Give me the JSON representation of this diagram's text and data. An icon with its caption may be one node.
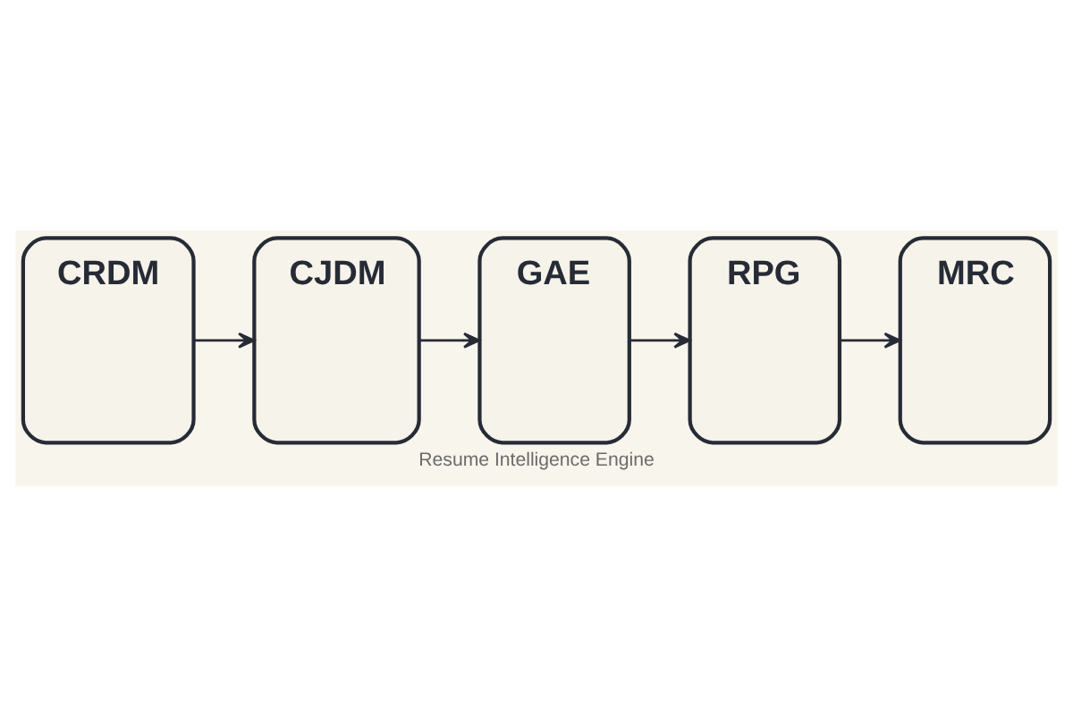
{
  "diagram": {
    "caption": "Resume Intelligence Engine",
    "nodes": [
      {
        "text": [
          "CRDM"
        ]
      },
      {
        "text": [
          "CJDM"
        ]
      },
      {
        "text": [
          "GAE"
        ]
      },
      {
        "text": [
          "RPG"
        ]
      },
      {
        "text": [
          "MRC"
        ]
      }
    ],
    "edges": [
      {
        "from": 0,
        "to": 1,
        "arrow": "to"
      },
      {
        "from": 1,
        "to": 2,
        "arrow": "to"
      },
      {
        "from": 2,
        "to": 3,
        "arrow": "to"
      },
      {
        "from": 3,
        "to": 4,
        "arrow": "to"
      }
    ]
  }
}
